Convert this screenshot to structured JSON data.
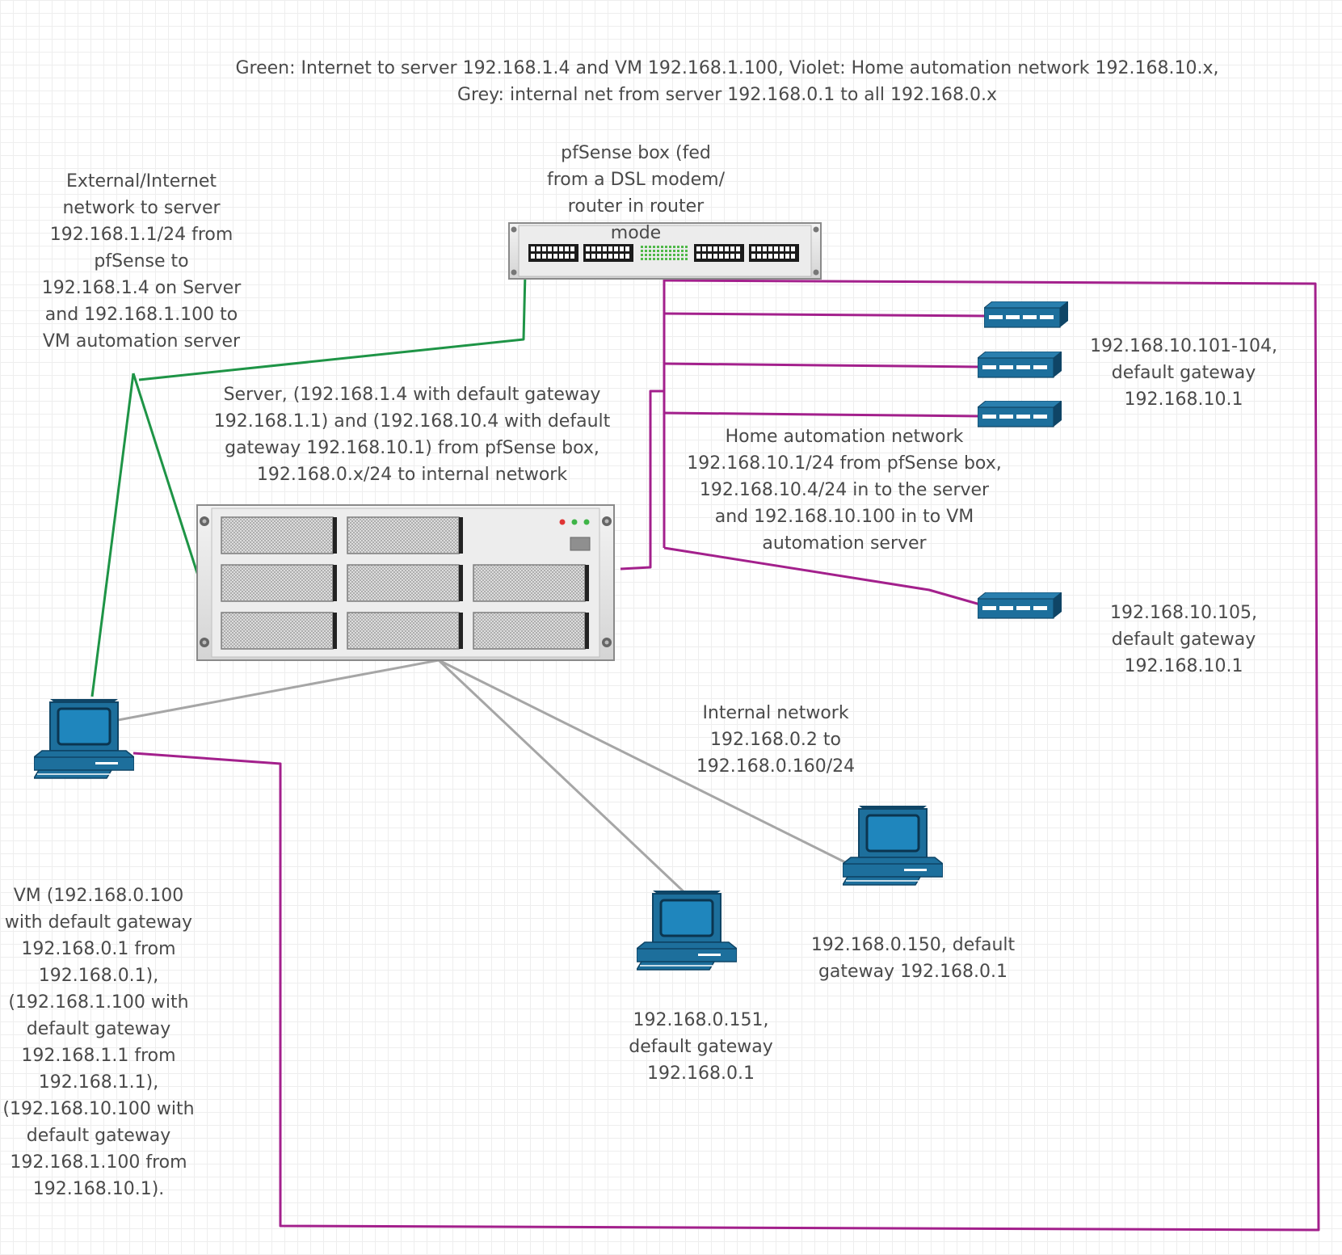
{
  "legend": {
    "line1": "Green: Internet to server 192.168.1.4 and VM 192.168.1.100,  Violet: Home automation network 192.168.10.x,",
    "line2": "Grey: internal net from server 192.168.0.1 to all 192.168.0.x"
  },
  "labels": {
    "pfsense": "pfSense box (fed\nfrom a DSL modem/\nrouter in router\nmode",
    "external": "External/Internet\nnetwork to server\n192.168.1.1/24 from\npfSense to\n192.168.1.4 on Server\nand 192.168.1.100 to\nVM automation server",
    "server": "Server, (192.168.1.4 with default gateway\n192.168.1.1) and (192.168.10.4 with default\ngateway 192.168.10.1) from pfSense box,\n192.168.0.x/24 to internal network",
    "home_automation": "Home automation network\n192.168.10.1/24 from pfSense box,\n192.168.10.4/24 in to the server\nand 192.168.10.100 in to VM\nautomation server",
    "devices_101_104": "192.168.10.101-104,\ndefault gateway\n192.168.10.1",
    "device_105": "192.168.10.105,\ndefault gateway\n192.168.10.1",
    "internal_network": "Internal network\n192.168.0.2 to\n192.168.0.160/24",
    "pc_150": "192.168.0.150, default\ngateway 192.168.0.1",
    "pc_151": "192.168.0.151,\ndefault gateway\n192.168.0.1",
    "vm": "VM (192.168.0.100\nwith default gateway\n192.168.0.1 from\n192.168.0.1),\n(192.168.1.100 with\ndefault gateway\n192.168.1.1 from\n192.168.1.1),\n(192.168.10.100 with\ndefault gateway\n192.168.1.100 from\n192.168.10.1)."
  },
  "colors": {
    "green": "#1e9446",
    "violet": "#a3208c",
    "grey": "#a6a6a6",
    "device_blue": "#1d6f9c",
    "device_dark": "#0f4566"
  },
  "icons": [
    "rack-switch-icon",
    "rack-server-icon",
    "network-switch-icon",
    "desktop-computer-icon"
  ]
}
